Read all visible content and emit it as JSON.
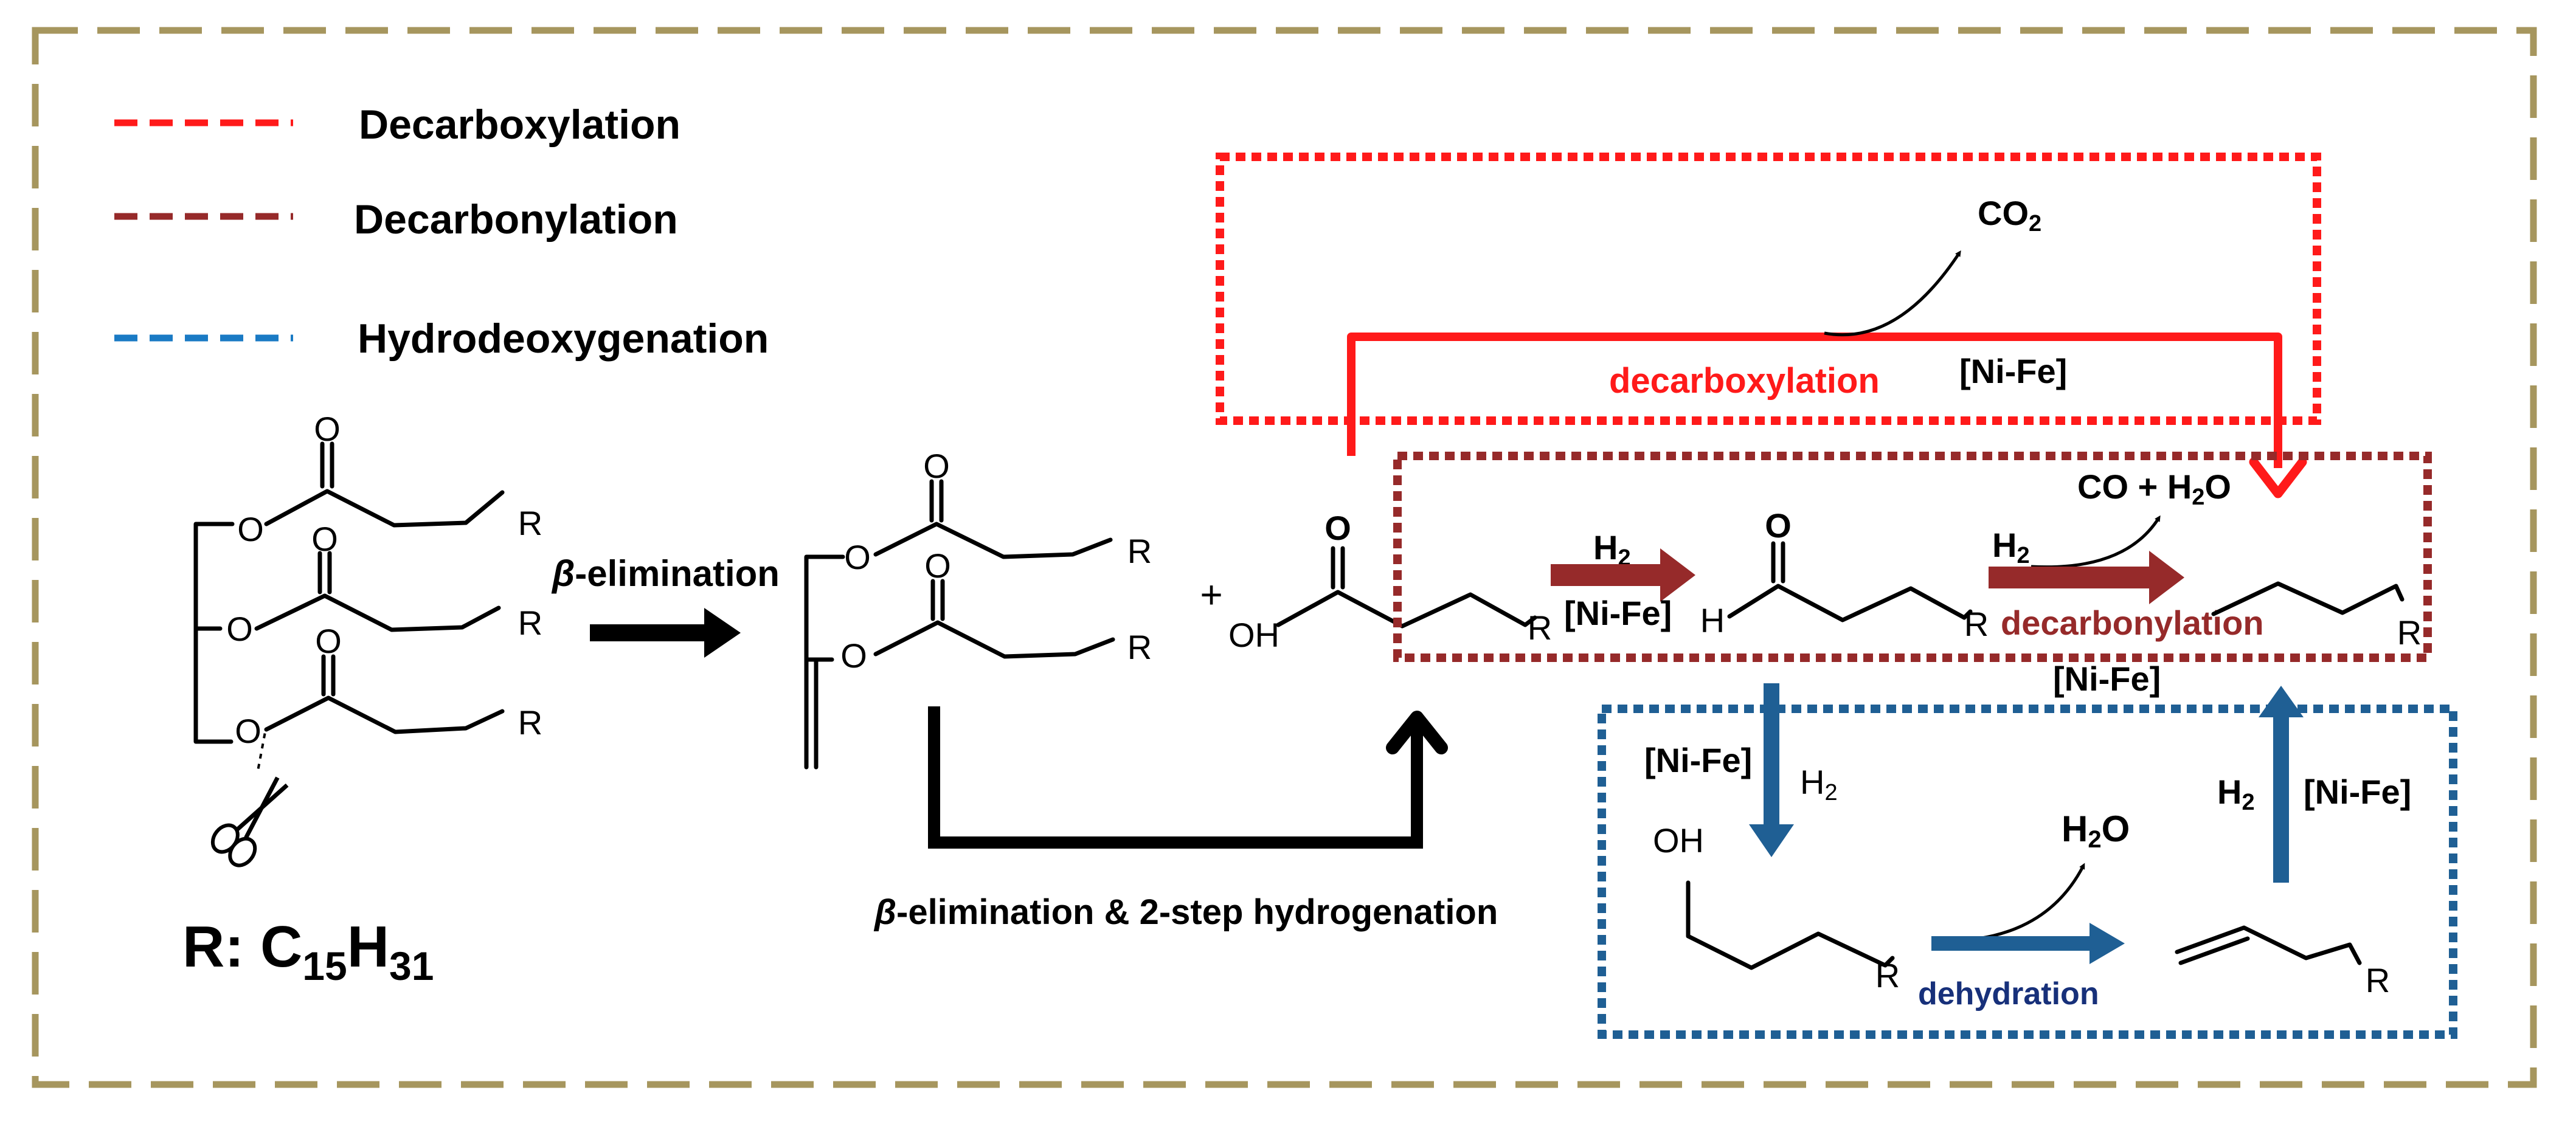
{
  "legend": {
    "decarboxylation": "Decarboxylation",
    "decarbonylation": "Decarbonylation",
    "hydrodeoxygenation": "Hydrodeoxygenation"
  },
  "atoms": {
    "oxygen": "O",
    "hydroxyl": "OH",
    "r_group": "R",
    "hydrogen": "H",
    "plus": "+"
  },
  "r_definition": {
    "prefix": "R: C",
    "c_sub": "15",
    "h": "H",
    "h_sub": "31"
  },
  "labels": {
    "beta_symbol": "β",
    "elimination": "-elimination",
    "hydrogenation_route": "-elimination & 2-step hydrogenation",
    "co2": "CO",
    "co2_sub": "2",
    "decarboxylation": "decarboxylation",
    "catalyst": "[Ni-Fe]",
    "h2": "H",
    "h2_sub": "2",
    "co_h2o": "CO + H",
    "co_h2o_sub": "2",
    "co_h2o_tail": "O",
    "decarbonylation": "decarbonylation",
    "h2o": "H",
    "h2o_sub": "2",
    "h2o_tail": "O",
    "dehydration": "dehydration"
  },
  "colors": {
    "frame": "#a6965e",
    "decarboxylation": "#ff1a1a",
    "decarbonylation": "#962a2a",
    "hydrodeoxygenation": "#1f5f94",
    "legend_hdo": "#1a7ac4",
    "dark_blue_text": "#17307a",
    "black": "#000000"
  },
  "icons": {
    "scissors": "scissors-icon"
  }
}
